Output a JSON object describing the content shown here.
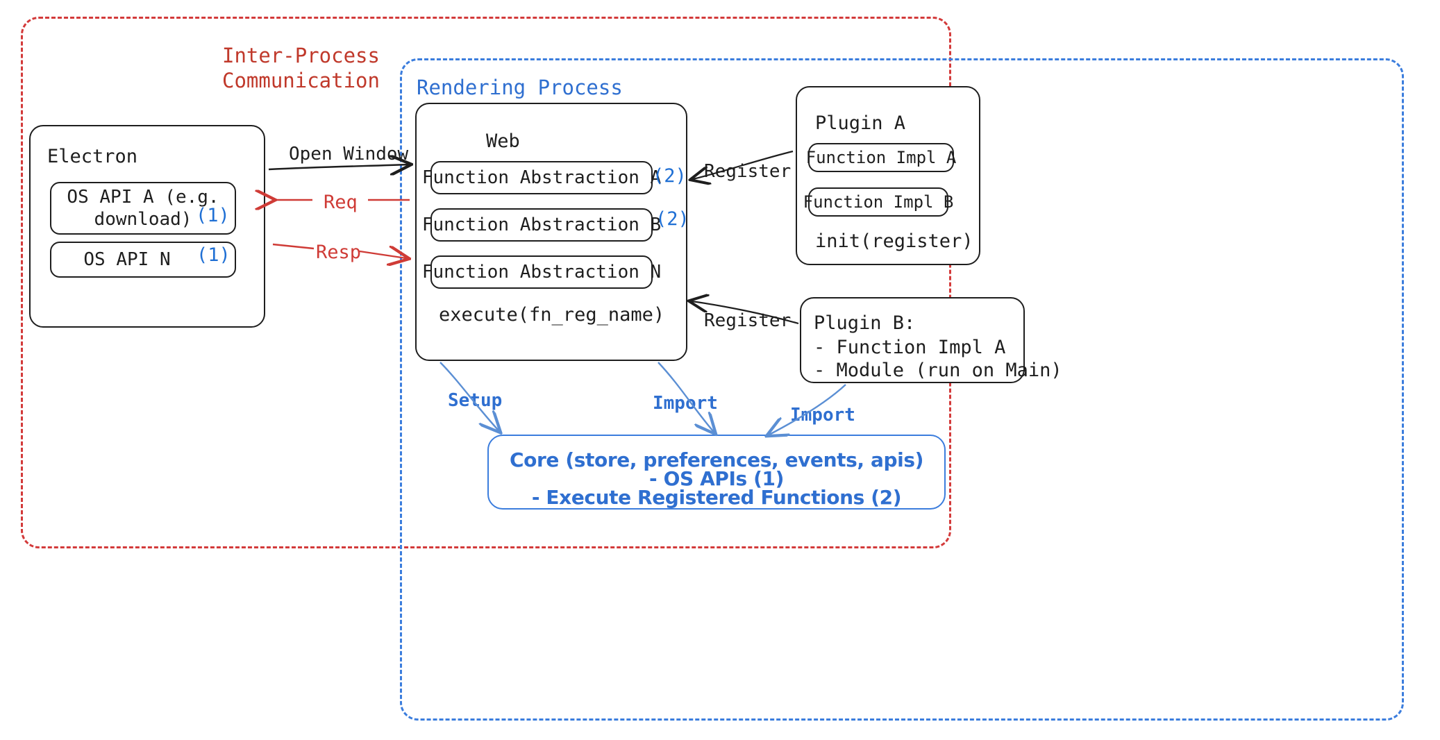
{
  "diagram": {
    "title": "Electron plugin architecture",
    "colors": {
      "ipc_red": "#c0392b",
      "render_blue": "#2f6fd0",
      "marker_blue": "#1f6fd4",
      "ink_black": "#1e1e1e",
      "arrow_red": "#cf3b36",
      "background": "#ffffff"
    }
  },
  "regions": {
    "ipc": {
      "title": "Inter-Process\nCommunication",
      "style": "dashed-red"
    },
    "rendering": {
      "title": "Rendering Process",
      "style": "dashed-blue"
    }
  },
  "electron": {
    "title": "Electron",
    "apis": [
      {
        "label": "OS API A (e.g.\ndownload)",
        "marker": "(1)"
      },
      {
        "label": "OS API N",
        "marker": "(1)"
      }
    ]
  },
  "web": {
    "title": "Web",
    "abstractions": [
      {
        "label": "Function Abstraction A",
        "marker": "(2)"
      },
      {
        "label": "Function Abstraction B",
        "marker": "(2)"
      },
      {
        "label": "Function Abstraction N",
        "marker": ""
      }
    ],
    "method": "execute(fn_reg_name)"
  },
  "plugin_a": {
    "title": "Plugin A",
    "functions": [
      "Function Impl A",
      "Function Impl B"
    ],
    "method": "init(register)"
  },
  "plugin_b": {
    "title": "Plugin B:",
    "lines": [
      "- Function Impl A",
      "- Module (run on Main)"
    ]
  },
  "core": {
    "line1": "Core (store, preferences, events, apis)",
    "line2": "- OS APIs (1)",
    "line3": "- Execute Registered Functions (2)"
  },
  "edges": {
    "open_window": "Open Window",
    "req": "Req",
    "resp": "Resp",
    "register_top": "Register",
    "register_bottom": "Register",
    "setup": "Setup",
    "import_left": "Import",
    "import_right": "Import"
  }
}
